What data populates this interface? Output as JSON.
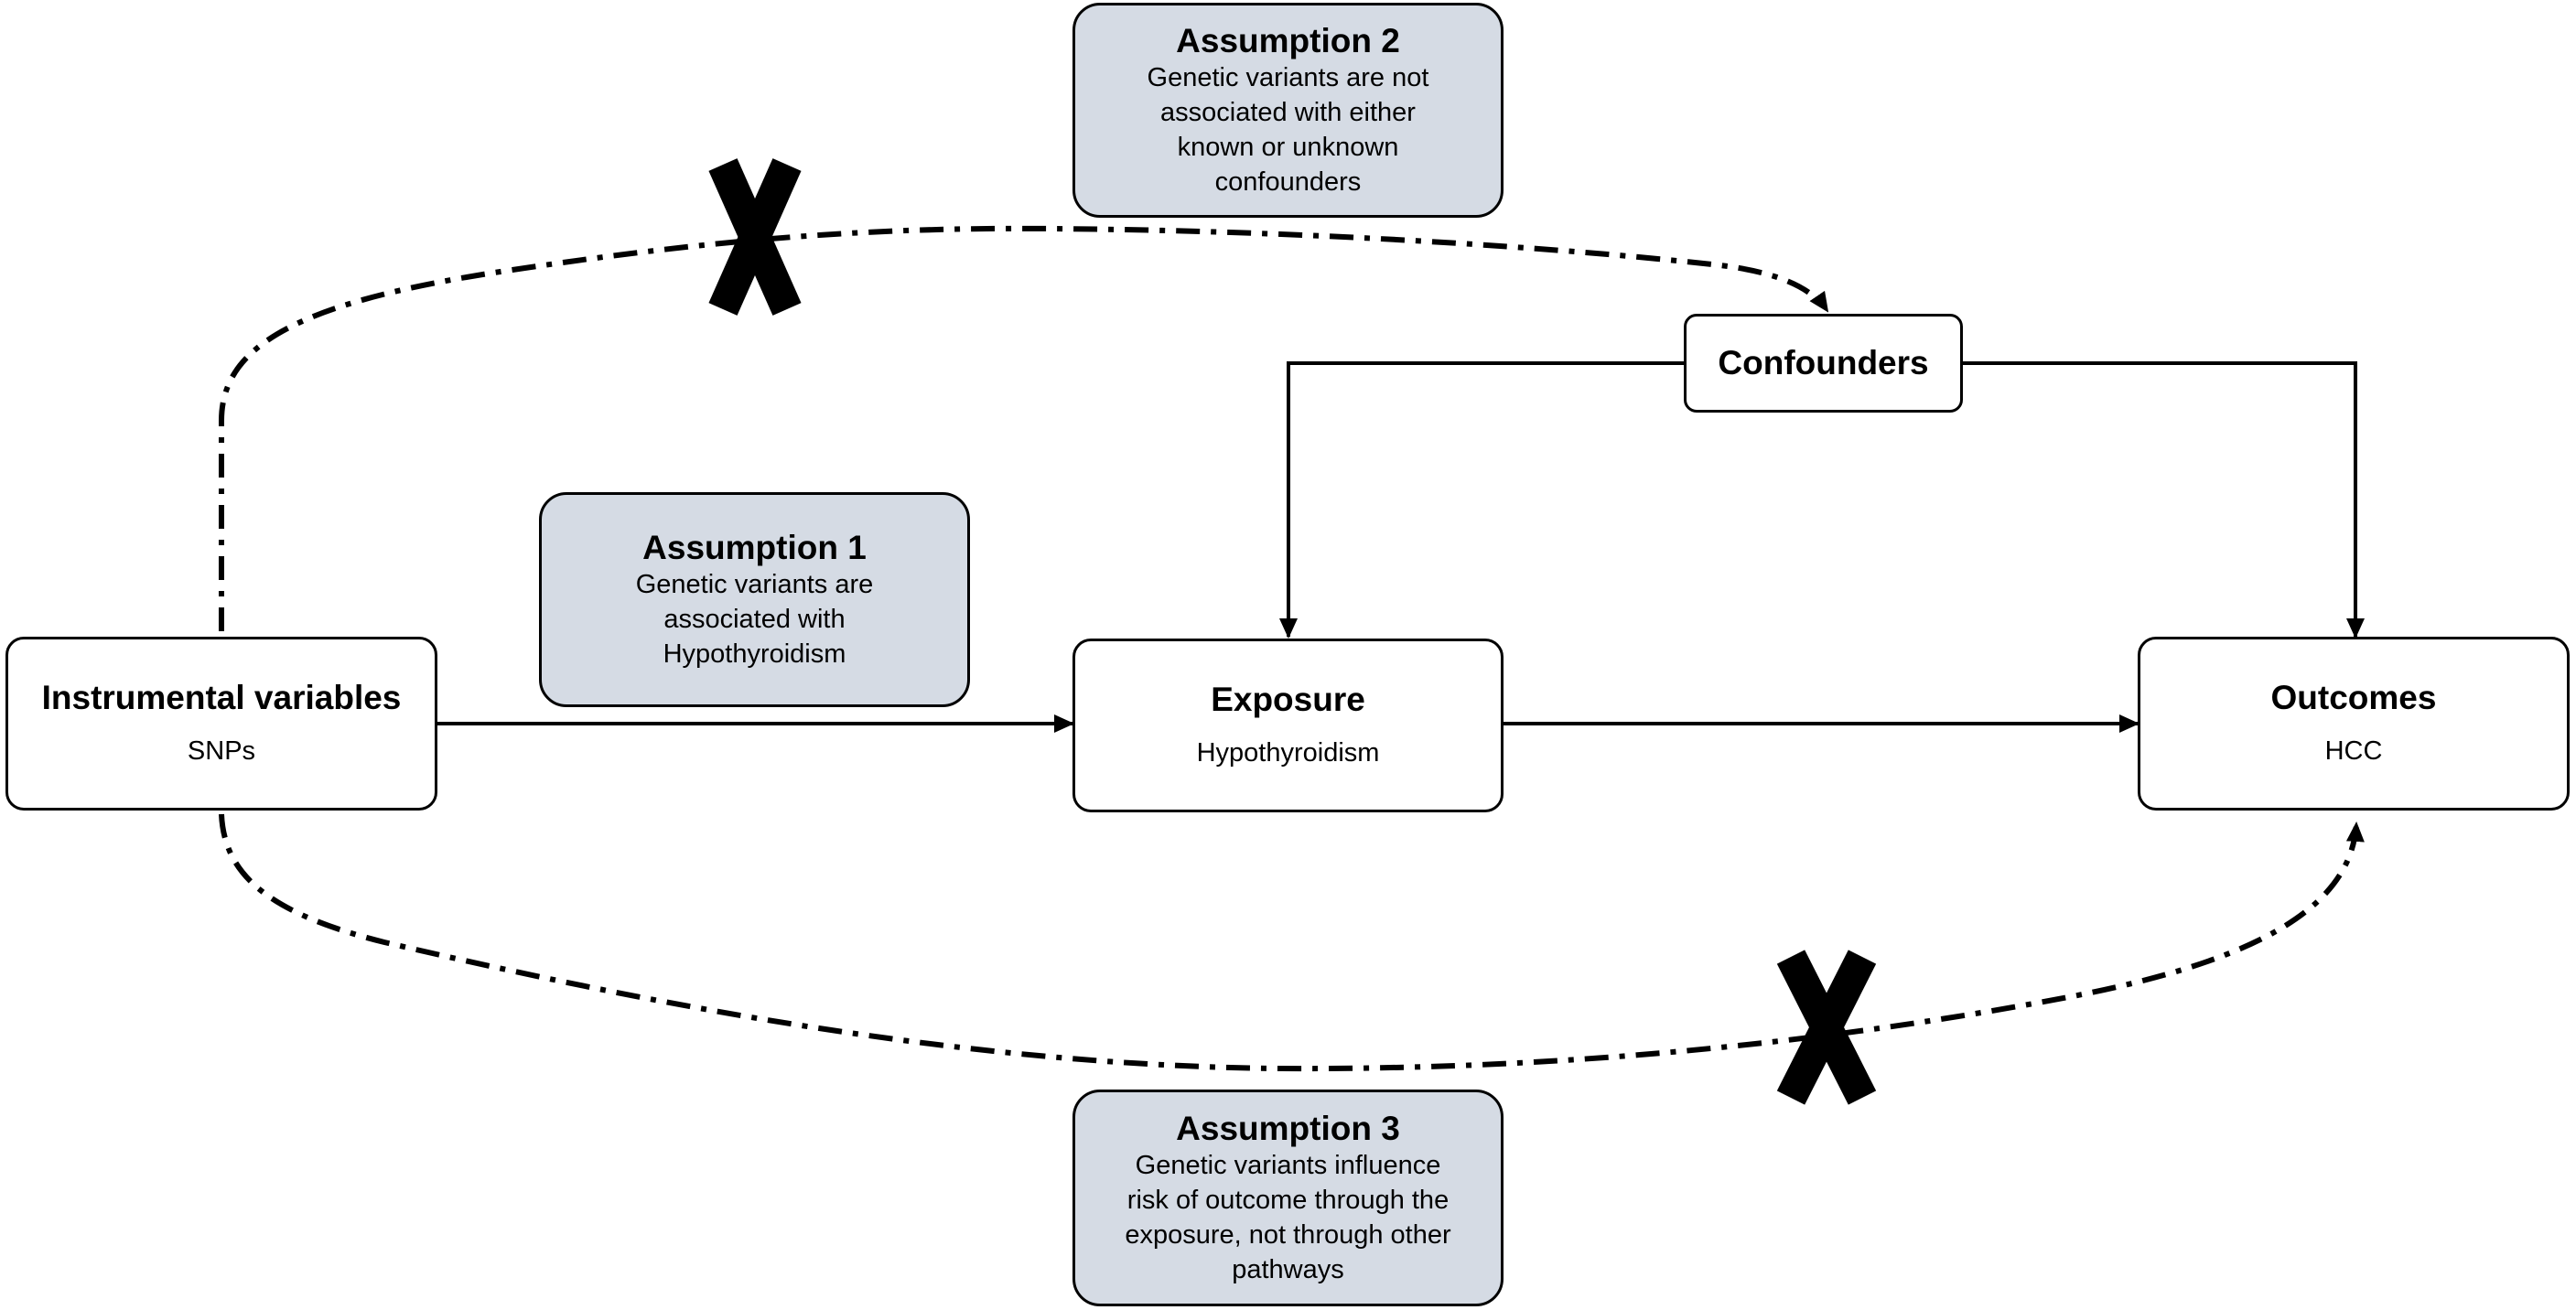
{
  "nodes": {
    "instrumental": {
      "title": "Instrumental variables",
      "subtitle": "SNPs"
    },
    "exposure": {
      "title": "Exposure",
      "subtitle": "Hypothyroidism"
    },
    "outcomes": {
      "title": "Outcomes",
      "subtitle": "HCC"
    },
    "confounders": {
      "title": "Confounders"
    }
  },
  "assumptions": {
    "a1": {
      "title": "Assumption 1",
      "text": "Genetic variants are\nassociated with\nHypothyroidism"
    },
    "a2": {
      "title": "Assumption 2",
      "text": "Genetic variants are not\nassociated with either\nknown or unknown\nconfounders"
    },
    "a3": {
      "title": "Assumption 3",
      "text": "Genetic variants influence\nrisk of outcome through the\nexposure, not through other\npathways"
    }
  },
  "marks": {
    "blocked_symbol": "cross-mark",
    "stroke_color": "#000000",
    "assumption_fill": "#d5dbe4"
  }
}
